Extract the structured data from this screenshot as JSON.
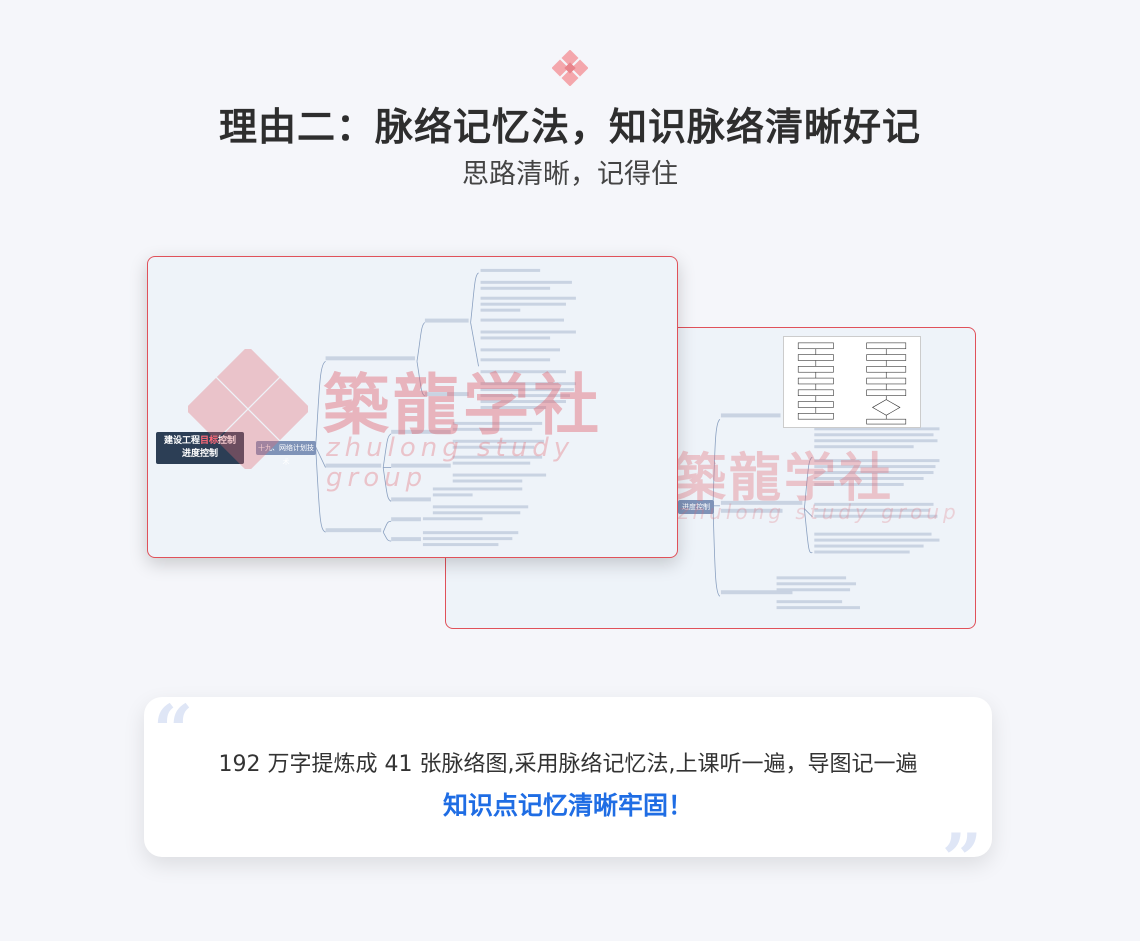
{
  "header": {
    "title": "理由二：脉络记忆法，知识脉络清晰好记",
    "subtitle": "思路清晰，记得住"
  },
  "front_card": {
    "root_line1_pre": "建设工程",
    "root_line1_accent": "目标",
    "root_line1_post": "控制",
    "root_line2": "进度控制",
    "branch_label": "十九、网络计划技术",
    "watermark": "築龍学社",
    "watermark_sub": "zhulong study group"
  },
  "back_card": {
    "branch_label": "进度控制",
    "watermark": "築龍学社",
    "watermark_sub": "zhulong study group"
  },
  "quote": {
    "line1": "192 万字提炼成 41 张脉络图,采用脉络记忆法,上课听一遍，导图记一遍",
    "line2": "知识点记忆清晰牢固！"
  },
  "colors": {
    "accent_red": "#e0515a",
    "highlight_blue": "#1f6de4",
    "root_navy": "#2c3e55"
  }
}
